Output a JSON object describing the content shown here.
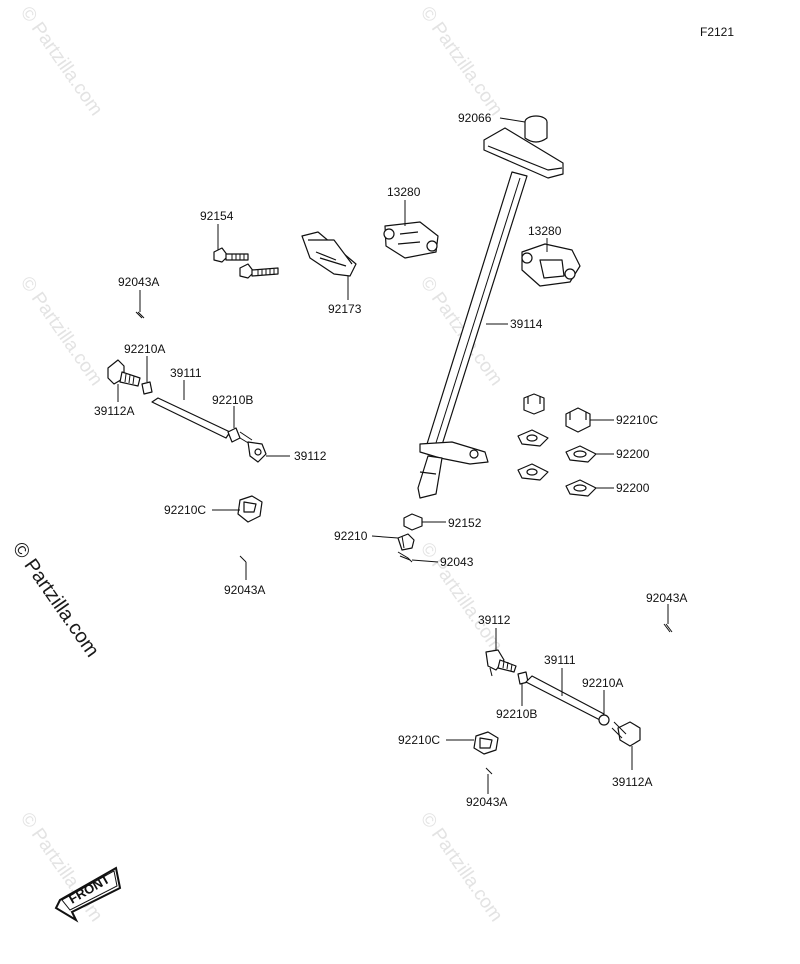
{
  "figure_code": "F2121",
  "watermark": "© Partzilla.com",
  "front_label": "FRONT",
  "labels": {
    "p92066": "92066",
    "p13280_a": "13280",
    "p13280_b": "13280",
    "p92154": "92154",
    "p92173": "92173",
    "p92043A_1": "92043A",
    "p39114": "39114",
    "p92210A_1": "92210A",
    "p39111_1": "39111",
    "p39112A_1": "39112A",
    "p92210B_1": "92210B",
    "p39112_1": "39112",
    "p92210C_1": "92210C",
    "p92200_1": "92200",
    "p92200_2": "92200",
    "p92210C_2": "92210C",
    "p92152": "92152",
    "p92210": "92210",
    "p92043": "92043",
    "p92043A_2": "92043A",
    "p92043A_3": "92043A",
    "p39112_2": "39112",
    "p39111_2": "39111",
    "p92210A_2": "92210A",
    "p92210B_2": "92210B",
    "p92210C_3": "92210C",
    "p39112A_2": "39112A",
    "p92043A_4": "92043A"
  }
}
